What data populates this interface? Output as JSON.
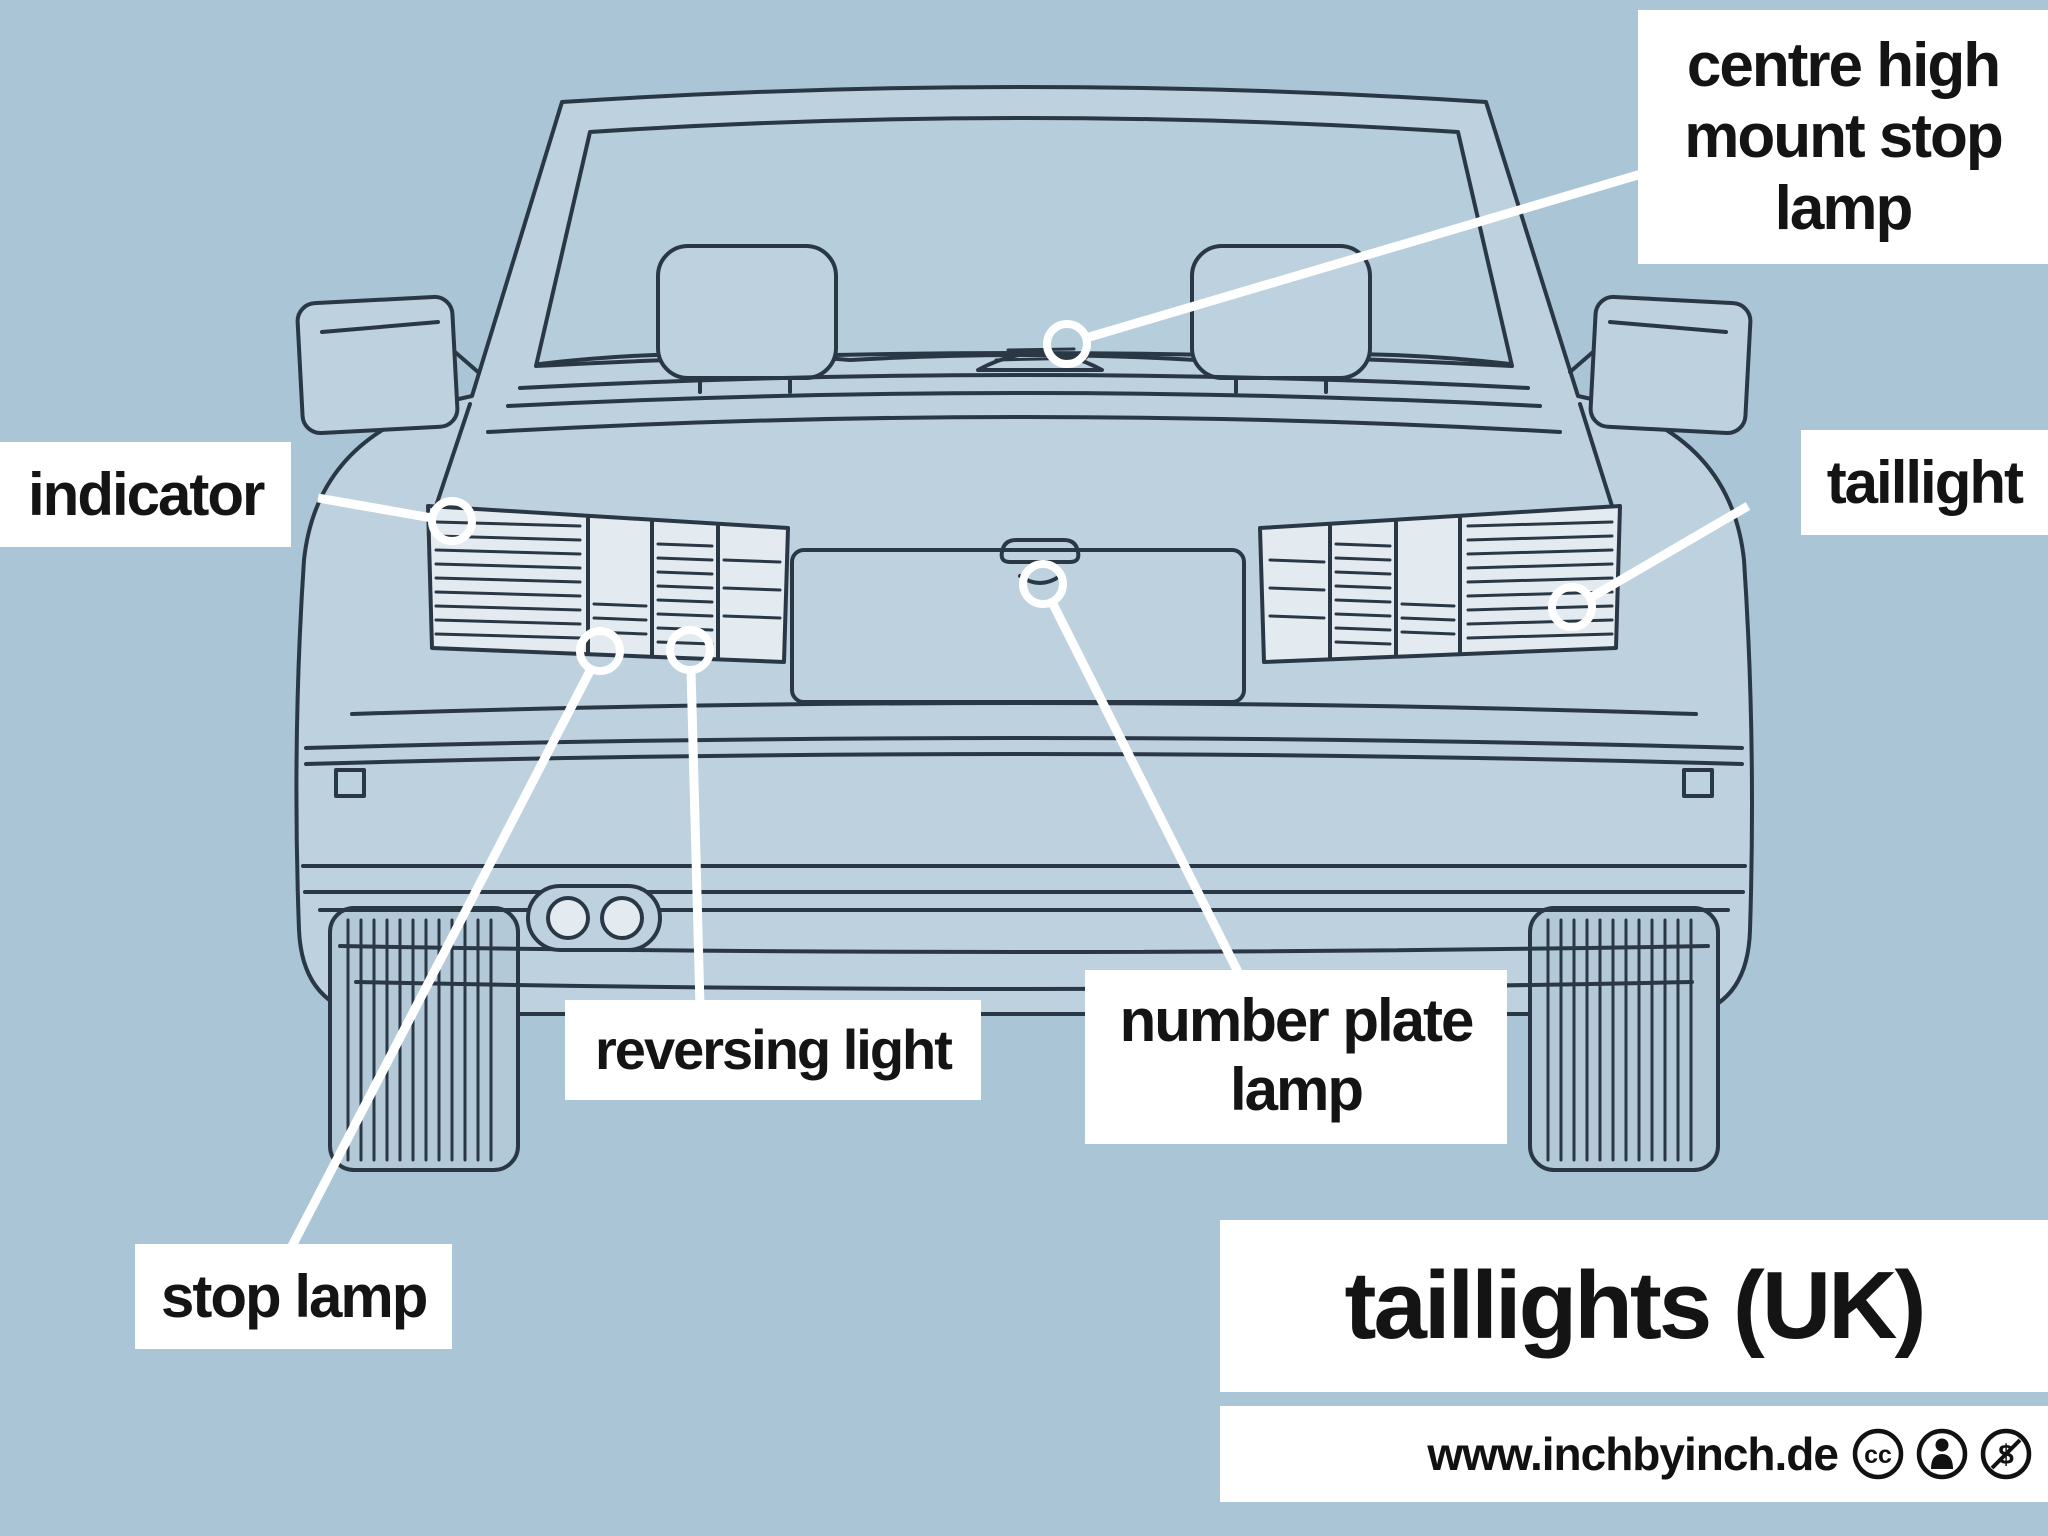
{
  "colors": {
    "background": "#a9c5d6",
    "car_fill": "#bdd1df",
    "outline": "#2a3845",
    "label_background": "#ffffff",
    "label_text": "#141414",
    "pointer_line": "#ffffff"
  },
  "diagram": {
    "illustration": "car-rear-view"
  },
  "labels": {
    "centre_high_mount_stop_lamp": "centre high mount stop lamp",
    "indicator": "indicator",
    "taillight": "taillight",
    "reversing_light": "reversing light",
    "number_plate_lamp": "number plate lamp",
    "stop_lamp": "stop lamp"
  },
  "title": "taillights (UK)",
  "footer": {
    "website": "www.inchbyinch.de",
    "license_icons": [
      "cc-icon",
      "attribution-icon",
      "non-commercial-icon"
    ]
  }
}
